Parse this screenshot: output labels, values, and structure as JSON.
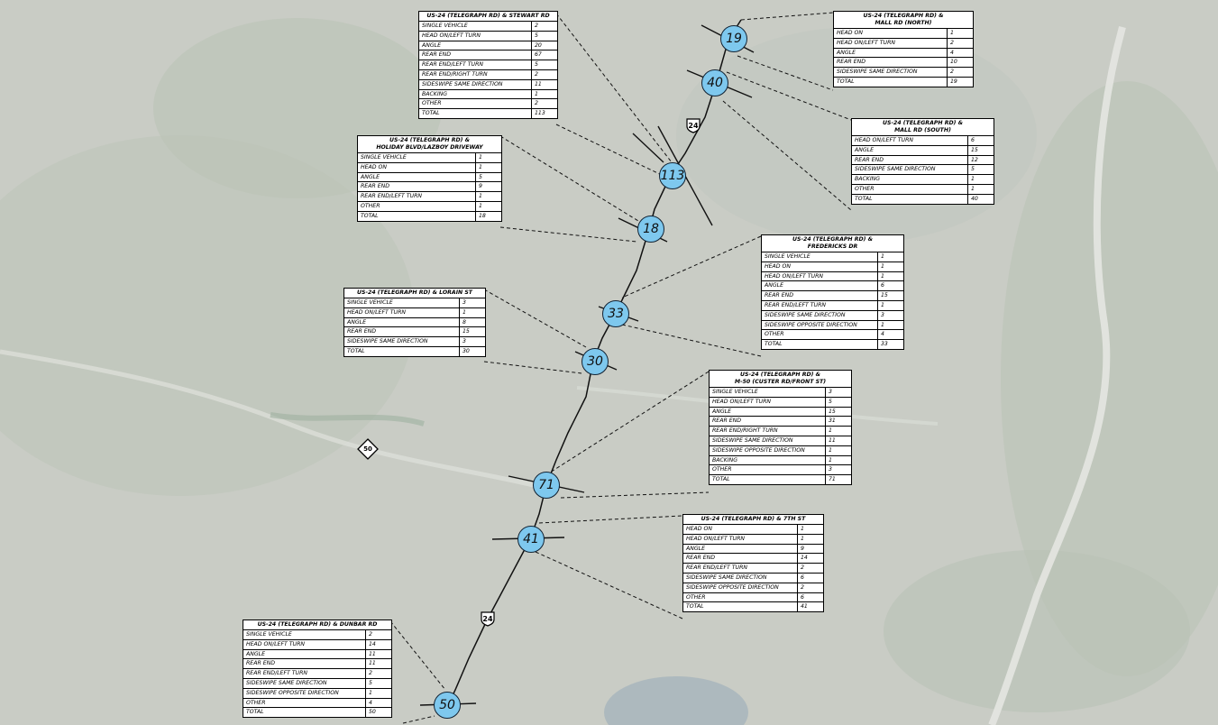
{
  "route_shields": [
    {
      "label": "24",
      "shape": "us-route-shield-icon"
    },
    {
      "label": "24",
      "shape": "us-route-shield-icon"
    },
    {
      "label": "50",
      "shape": "state-route-diamond-icon"
    }
  ],
  "colors": {
    "node_fill": "#7ec8ee",
    "leader": "#000000",
    "table_bg": "#ffffff"
  },
  "intersections": [
    {
      "id": "mall-north",
      "total": "19",
      "title": [
        "US-24 (TELEGRAPH RD) &",
        "MALL RD (NORTH)"
      ],
      "rows": [
        [
          "HEAD ON",
          "1"
        ],
        [
          "HEAD ON/LEFT TURN",
          "2"
        ],
        [
          "ANGLE",
          "4"
        ],
        [
          "REAR END",
          "10"
        ],
        [
          "SIDESWIPE SAME DIRECTION",
          "2"
        ],
        [
          "TOTAL",
          "19"
        ]
      ]
    },
    {
      "id": "mall-south",
      "total": "40",
      "title": [
        "US-24 (TELEGRAPH RD) &",
        "MALL RD (SOUTH)"
      ],
      "rows": [
        [
          "HEAD ON/LEFT TURN",
          "6"
        ],
        [
          "ANGLE",
          "15"
        ],
        [
          "REAR END",
          "12"
        ],
        [
          "SIDESWIPE SAME DIRECTION",
          "5"
        ],
        [
          "BACKING",
          "1"
        ],
        [
          "OTHER",
          "1"
        ],
        [
          "TOTAL",
          "40"
        ]
      ]
    },
    {
      "id": "stewart",
      "total": "113",
      "title": [
        "US-24 (TELEGRAPH RD) & STEWART RD"
      ],
      "rows": [
        [
          "SINGLE VEHICLE",
          "2"
        ],
        [
          "HEAD ON/LEFT TURN",
          "5"
        ],
        [
          "ANGLE",
          "20"
        ],
        [
          "REAR END",
          "67"
        ],
        [
          "REAR END/LEFT TURN",
          "5"
        ],
        [
          "REAR END/RIGHT TURN",
          "2"
        ],
        [
          "SIDESWIPE SAME DIRECTION",
          "11"
        ],
        [
          "BACKING",
          "1"
        ],
        [
          "OTHER",
          "2"
        ],
        [
          "TOTAL",
          "113"
        ]
      ]
    },
    {
      "id": "holiday",
      "total": "18",
      "title": [
        "US-24 (TELEGRAPH RD) &",
        "HOLIDAY BLVD/LAZBOY DRIVEWAY"
      ],
      "rows": [
        [
          "SINGLE VEHICLE",
          "1"
        ],
        [
          "HEAD ON",
          "1"
        ],
        [
          "ANGLE",
          "5"
        ],
        [
          "REAR END",
          "9"
        ],
        [
          "REAR END/LEFT TURN",
          "1"
        ],
        [
          "OTHER",
          "1"
        ],
        [
          "TOTAL",
          "18"
        ]
      ]
    },
    {
      "id": "fredericks",
      "total": "33",
      "title": [
        "US-24 (TELEGRAPH RD) &",
        "FREDERICKS DR"
      ],
      "rows": [
        [
          "SINGLE VEHICLE",
          "1"
        ],
        [
          "HEAD ON",
          "1"
        ],
        [
          "HEAD ON/LEFT TURN",
          "1"
        ],
        [
          "ANGLE",
          "6"
        ],
        [
          "REAR END",
          "15"
        ],
        [
          "REAR END/LEFT TURN",
          "1"
        ],
        [
          "SIDESWIPE SAME DIRECTION",
          "3"
        ],
        [
          "SIDESWIPE OPPOSITE DIRECTION",
          "1"
        ],
        [
          "OTHER",
          "4"
        ],
        [
          "TOTAL",
          "33"
        ]
      ]
    },
    {
      "id": "lorain",
      "total": "30",
      "title": [
        "US-24 (TELEGRAPH RD) & LORAIN ST"
      ],
      "rows": [
        [
          "SINGLE VEHICLE",
          "3"
        ],
        [
          "HEAD ON/LEFT TURN",
          "1"
        ],
        [
          "ANGLE",
          "8"
        ],
        [
          "REAR END",
          "15"
        ],
        [
          "SIDESWIPE SAME DIRECTION",
          "3"
        ],
        [
          "TOTAL",
          "30"
        ]
      ]
    },
    {
      "id": "m50",
      "total": "71",
      "title": [
        "US-24 (TELEGRAPH RD) &",
        "M-50 (CUSTER RD/FRONT ST)"
      ],
      "rows": [
        [
          "SINGLE VEHICLE",
          "3"
        ],
        [
          "HEAD ON/LEFT TURN",
          "5"
        ],
        [
          "ANGLE",
          "15"
        ],
        [
          "REAR END",
          "31"
        ],
        [
          "REAR END/RIGHT TURN",
          "1"
        ],
        [
          "SIDESWIPE SAME DIRECTION",
          "11"
        ],
        [
          "SIDESWIPE OPPOSITE DIRECTION",
          "1"
        ],
        [
          "BACKING",
          "1"
        ],
        [
          "OTHER",
          "3"
        ],
        [
          "TOTAL",
          "71"
        ]
      ]
    },
    {
      "id": "seventh",
      "total": "41",
      "title": [
        "US-24 (TELEGRAPH RD) & 7TH ST"
      ],
      "rows": [
        [
          "HEAD ON",
          "1"
        ],
        [
          "HEAD ON/LEFT TURN",
          "1"
        ],
        [
          "ANGLE",
          "9"
        ],
        [
          "REAR END",
          "14"
        ],
        [
          "REAR END/LEFT TURN",
          "2"
        ],
        [
          "SIDESWIPE SAME DIRECTION",
          "6"
        ],
        [
          "SIDESWIPE OPPOSITE DIRECTION",
          "2"
        ],
        [
          "OTHER",
          "6"
        ],
        [
          "TOTAL",
          "41"
        ]
      ]
    },
    {
      "id": "dunbar",
      "total": "50",
      "title": [
        "US-24 (TELEGRAPH RD) & DUNBAR RD"
      ],
      "rows": [
        [
          "SINGLE VEHICLE",
          "2"
        ],
        [
          "HEAD ON/LEFT TURN",
          "14"
        ],
        [
          "ANGLE",
          "11"
        ],
        [
          "REAR END",
          "11"
        ],
        [
          "REAR END/LEFT TURN",
          "2"
        ],
        [
          "SIDESWIPE SAME DIRECTION",
          "5"
        ],
        [
          "SIDESWIPE OPPOSITE DIRECTION",
          "1"
        ],
        [
          "OTHER",
          "4"
        ],
        [
          "TOTAL",
          "50"
        ]
      ]
    }
  ]
}
